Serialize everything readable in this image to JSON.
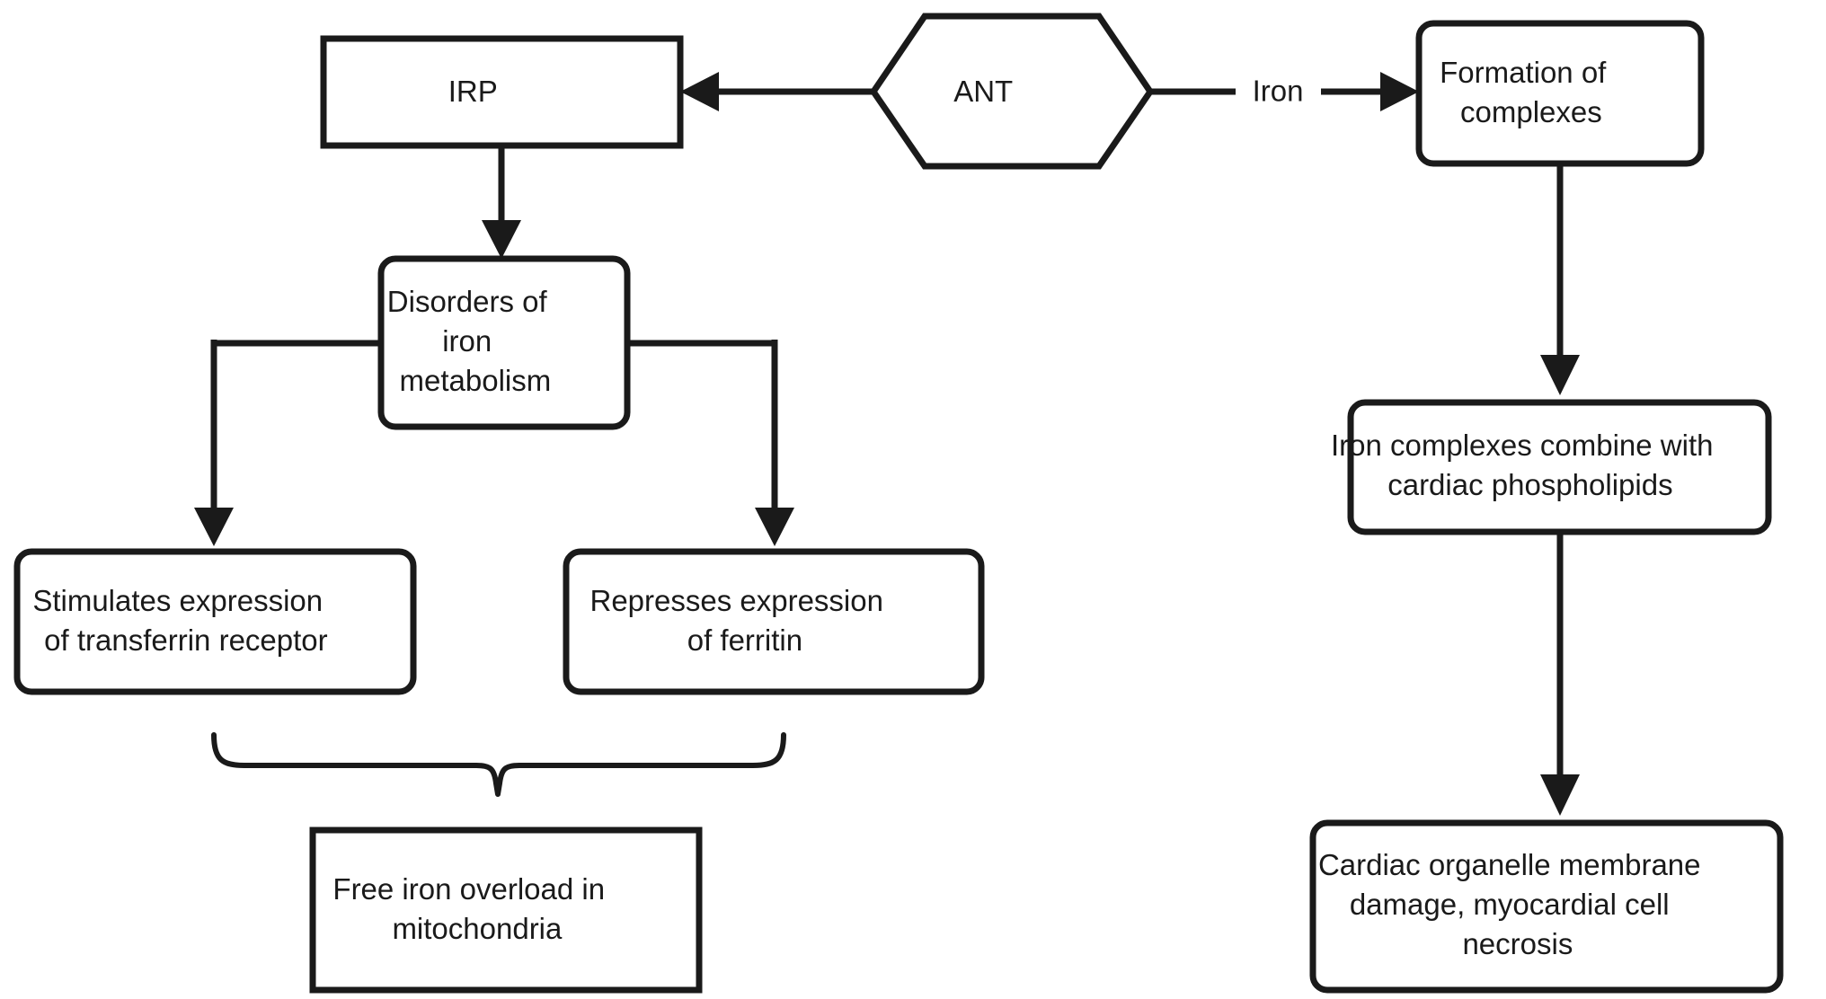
{
  "diagram": {
    "title": "",
    "background_color": "#ffffff",
    "stroke_color": "#1a1a1a",
    "fill_color": "#ffffff",
    "nodes": [
      {
        "id": "irp",
        "label": "IRP",
        "lines": [
          "IRP"
        ],
        "shape": "rectangle"
      },
      {
        "id": "ant",
        "label": "ANT",
        "lines": [
          "ANT"
        ],
        "shape": "hexagon"
      },
      {
        "id": "formation",
        "label": "Formation of complexes",
        "lines": [
          "Formation of",
          "complexes"
        ],
        "shape": "rounded-rectangle"
      },
      {
        "id": "disorders",
        "label": "Disorders of iron metabolism",
        "lines": [
          "Disorders of",
          "iron",
          "metabolism"
        ],
        "shape": "rounded-rectangle"
      },
      {
        "id": "stimulates",
        "label": "Stimulates expression of transferrin receptor",
        "lines": [
          "Stimulates expression",
          "of transferrin receptor"
        ],
        "shape": "rounded-rectangle"
      },
      {
        "id": "represses",
        "label": "Represses expression of ferritin",
        "lines": [
          "Represses expression",
          "of ferritin"
        ],
        "shape": "rounded-rectangle"
      },
      {
        "id": "free-iron",
        "label": "Free iron overload in mitochondria",
        "lines": [
          "Free iron overload in",
          "mitochondria"
        ],
        "shape": "rectangle"
      },
      {
        "id": "iron-complexes",
        "label": "Iron complexes combine with cardiac phospholipids",
        "lines": [
          "Iron complexes combine with",
          "cardiac phospholipids"
        ],
        "shape": "rounded-rectangle"
      },
      {
        "id": "cardiac-damage",
        "label": "Cardiac organelle membrane damage, myocardial cell necrosis",
        "lines": [
          "Cardiac organelle membrane",
          "damage, myocardial cell",
          "necrosis"
        ],
        "shape": "rounded-rectangle"
      }
    ],
    "edges": [
      {
        "id": "ant-to-irp",
        "from": "ant",
        "to": "irp",
        "label": "",
        "arrow": true
      },
      {
        "id": "ant-to-formation",
        "from": "ant",
        "to": "formation",
        "label": "Iron",
        "arrow": true
      },
      {
        "id": "irp-to-disorders",
        "from": "irp",
        "to": "disorders",
        "label": "",
        "arrow": true
      },
      {
        "id": "disorders-to-stimulates",
        "from": "disorders",
        "to": "stimulates",
        "label": "",
        "arrow": true
      },
      {
        "id": "disorders-to-represses",
        "from": "disorders",
        "to": "represses",
        "label": "",
        "arrow": true
      },
      {
        "id": "brace-to-free-iron",
        "from": "stimulates+represses",
        "to": "free-iron",
        "label": "",
        "arrow": false
      },
      {
        "id": "formation-to-iron-complexes",
        "from": "formation",
        "to": "iron-complexes",
        "label": "",
        "arrow": true
      },
      {
        "id": "iron-complexes-to-cardiac",
        "from": "iron-complexes",
        "to": "cardiac-damage",
        "label": "",
        "arrow": true
      }
    ]
  }
}
